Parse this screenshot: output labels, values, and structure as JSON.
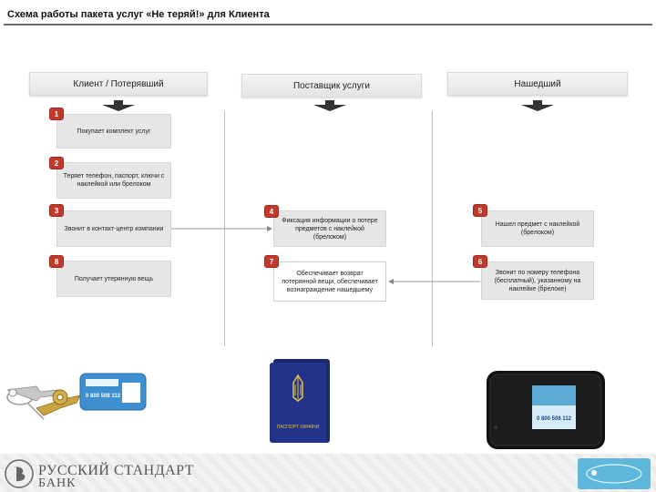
{
  "title": "Схема работы пакета услуг «Не теряй!» для Клиента",
  "columns": {
    "client": "Клиент / Потерявший",
    "provider": "Поставщик услуги",
    "finder": "Нашедший"
  },
  "steps": [
    {
      "num": "1",
      "text": "Покупает комплект услуг"
    },
    {
      "num": "2",
      "text": "Теряет телефон, паспорт, ключи с наклейкой или брелоком"
    },
    {
      "num": "3",
      "text": "Звонит в контакт-центр компании"
    },
    {
      "num": "8",
      "text": "Получает утерянную вещь"
    },
    {
      "num": "4",
      "text": "Фиксация информации о потере предметов с наклейкой (брелоком)"
    },
    {
      "num": "7",
      "text": "Обеспечивает возврат потерянной вещи, обеспечивает вознаграждение нашедшему"
    },
    {
      "num": "5",
      "text": "Нашел предмет с наклейкой (брелоком)"
    },
    {
      "num": "6",
      "text": "Звонит по номеру телефона (бесплатный), указанному на наклейке (брелоке)"
    }
  ],
  "images": {
    "keychain_phone": "0 800 508 112",
    "passport_label": "ПАСПОРТ УКРАЇНИ",
    "phone_sticker_number": "0 800 508 112"
  },
  "footer": {
    "bank_name": "РУССКИЙ СТАНДАРТ",
    "bank_sub": "БАНК"
  },
  "colors": {
    "badge": "#c0392b",
    "box": "#e6e6e6",
    "brand_blue": "#5fb8dc",
    "passport": "#1f2f7a"
  },
  "icons": {
    "bank_logo": "emblem-icon",
    "keys": "keys-icon",
    "passport": "passport-icon",
    "phone": "mobile-router-icon",
    "brand": "brand-logo-icon"
  }
}
